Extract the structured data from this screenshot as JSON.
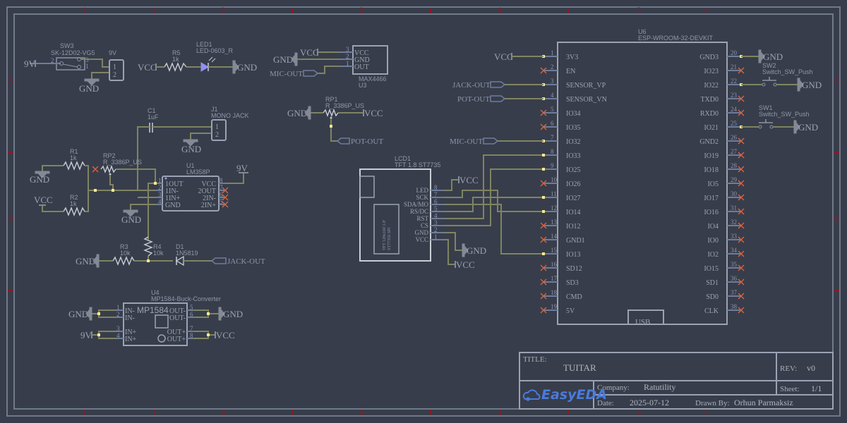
{
  "app": "EasyEDA",
  "ruler": {
    "columns": [
      "1",
      "2",
      "3",
      "4",
      "5"
    ],
    "rows": [
      "A",
      "B"
    ]
  },
  "nets": {
    "vcc": "VCC",
    "gnd": "GND",
    "v9": "9V",
    "mic_out": "MIC-OUT",
    "pot_out": "POT-OUT",
    "jack_out": "JACK-OUT"
  },
  "components": {
    "sw3": {
      "ref": "SW3",
      "value": "SK-12D02-VG5",
      "pins": [
        "2",
        "3",
        "1"
      ]
    },
    "conn9v": {
      "ref": "9V",
      "pins": [
        "1",
        "2"
      ]
    },
    "r5": {
      "ref": "R5",
      "value": "1k"
    },
    "led1": {
      "ref": "LED1",
      "value": "LED-0603_R"
    },
    "u3": {
      "ref": "U3",
      "value": "MAX4466",
      "pins": [
        {
          "num": "3",
          "name": "VCC"
        },
        {
          "num": "2",
          "name": "GND"
        },
        {
          "num": "1",
          "name": "OUT"
        }
      ]
    },
    "rp1": {
      "ref": "RP1",
      "value": "R_3386P_US"
    },
    "c1": {
      "ref": "C1",
      "value": "1uF"
    },
    "j1": {
      "ref": "J1",
      "value": "MONO JACK",
      "pins": [
        "1",
        "2"
      ]
    },
    "r1": {
      "ref": "R1",
      "value": "1k"
    },
    "r2": {
      "ref": "R2",
      "value": "1k"
    },
    "rp2": {
      "ref": "RP2",
      "value": "R_3386P_US"
    },
    "u1": {
      "ref": "U1",
      "value": "LM358P",
      "left_pins": [
        {
          "num": "1",
          "name": "1OUT"
        },
        {
          "num": "2",
          "name": "1IN-"
        },
        {
          "num": "3",
          "name": "1IN+"
        },
        {
          "num": "4",
          "name": "GND"
        }
      ],
      "right_pins": [
        {
          "num": "8",
          "name": "VCC"
        },
        {
          "num": "7",
          "name": "2OUT"
        },
        {
          "num": "6",
          "name": "2IN-"
        },
        {
          "num": "5",
          "name": "2IN+"
        }
      ]
    },
    "r3": {
      "ref": "R3",
      "value": "10k"
    },
    "r4": {
      "ref": "R4",
      "value": "10k"
    },
    "d1": {
      "ref": "D1",
      "value": "1N5819"
    },
    "u4": {
      "ref": "U4",
      "value": "MP1584-Buck-Converter",
      "body_label": "MP1584",
      "left_pins": [
        {
          "num": "1",
          "name": "IN-"
        },
        {
          "num": "2",
          "name": "IN-"
        },
        {
          "num": "3",
          "name": "IN+"
        },
        {
          "num": "4",
          "name": "IN+"
        }
      ],
      "right_pins": [
        {
          "num": "5",
          "name": "OUT-"
        },
        {
          "num": "6",
          "name": "OUT-"
        },
        {
          "num": "7",
          "name": "OUT+"
        },
        {
          "num": "8",
          "name": "OUT+"
        }
      ]
    },
    "lcd1": {
      "ref": "LCD1",
      "value": "TFT 1.8 ST7735",
      "inner_label_1": "TFT 128x160 1.8'",
      "inner_label_2": "ST7735S SPI",
      "pins": [
        {
          "num": "8",
          "name": "LED"
        },
        {
          "num": "7",
          "name": "SCK"
        },
        {
          "num": "6",
          "name": "SDA/MO"
        },
        {
          "num": "5",
          "name": "RS/DC"
        },
        {
          "num": "4",
          "name": "RST"
        },
        {
          "num": "3",
          "name": "CS"
        },
        {
          "num": "2",
          "name": "GND"
        },
        {
          "num": "1",
          "name": "VCC"
        }
      ]
    },
    "u6": {
      "ref": "U6",
      "value": "ESP-WROOM-32-DEVKIT",
      "usb_label": "USB",
      "left_pins": [
        {
          "num": "1",
          "name": "3V3"
        },
        {
          "num": "2",
          "name": "EN"
        },
        {
          "num": "3",
          "name": "SENSOR_VP"
        },
        {
          "num": "4",
          "name": "SENSOR_VN"
        },
        {
          "num": "5",
          "name": "IO34"
        },
        {
          "num": "6",
          "name": "IO35"
        },
        {
          "num": "7",
          "name": "IO32"
        },
        {
          "num": "8",
          "name": "IO33"
        },
        {
          "num": "9",
          "name": "IO25"
        },
        {
          "num": "10",
          "name": "IO26"
        },
        {
          "num": "11",
          "name": "IO27"
        },
        {
          "num": "12",
          "name": "IO14"
        },
        {
          "num": "13",
          "name": "IO12"
        },
        {
          "num": "14",
          "name": "GND1"
        },
        {
          "num": "15",
          "name": "IO13"
        },
        {
          "num": "16",
          "name": "SD12"
        },
        {
          "num": "17",
          "name": "SD3"
        },
        {
          "num": "18",
          "name": "CMD"
        },
        {
          "num": "19",
          "name": "5V"
        }
      ],
      "right_pins": [
        {
          "num": "20",
          "name": "GND3"
        },
        {
          "num": "21",
          "name": "IO23"
        },
        {
          "num": "22",
          "name": "IO22"
        },
        {
          "num": "23",
          "name": "TXD0"
        },
        {
          "num": "24",
          "name": "RXD0"
        },
        {
          "num": "25",
          "name": "IO21"
        },
        {
          "num": "26",
          "name": "GND2"
        },
        {
          "num": "27",
          "name": "IO19"
        },
        {
          "num": "28",
          "name": "IO18"
        },
        {
          "num": "29",
          "name": "IO5"
        },
        {
          "num": "30",
          "name": "IO17"
        },
        {
          "num": "31",
          "name": "IO16"
        },
        {
          "num": "32",
          "name": "IO4"
        },
        {
          "num": "33",
          "name": "IO0"
        },
        {
          "num": "34",
          "name": "IO2"
        },
        {
          "num": "35",
          "name": "IO15"
        },
        {
          "num": "36",
          "name": "SD1"
        },
        {
          "num": "37",
          "name": "SD0"
        },
        {
          "num": "38",
          "name": "CLK"
        }
      ]
    },
    "sw2": {
      "ref": "SW2",
      "value": "Switch_SW_Push"
    },
    "sw1": {
      "ref": "SW1",
      "value": "Switch_SW_Push"
    }
  },
  "title_block": {
    "title_label": "TITLE:",
    "title": "TUITAR",
    "rev_label": "REV:",
    "rev": "v0",
    "company_label": "Company:",
    "company": "Ratutility",
    "sheet_label": "Sheet:",
    "sheet": "1/1",
    "date_label": "Date:",
    "date": "2025-07-12",
    "drawn_label": "Drawn By:",
    "drawn_by": "Orhun Parmaksiz",
    "logo": "EasyEDA"
  }
}
